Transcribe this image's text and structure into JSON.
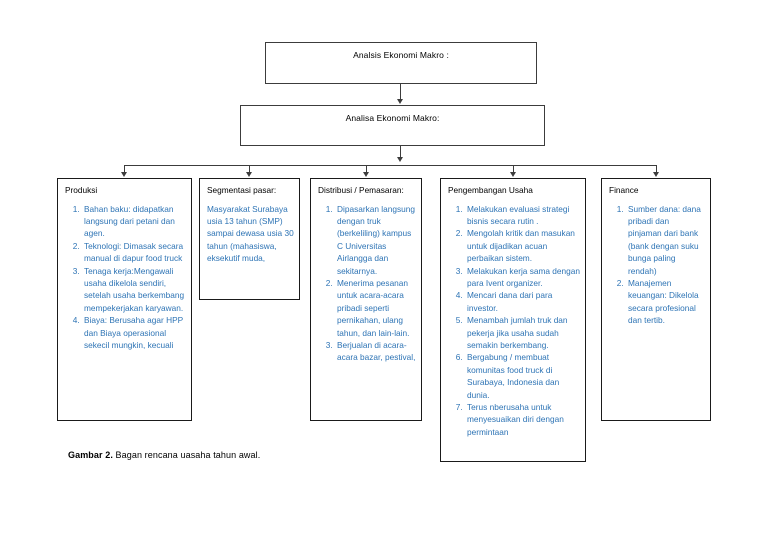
{
  "figure": {
    "caption_label": "Gambar 2.",
    "caption_text": "Bagan rencana uasaha tahun awal."
  },
  "colors": {
    "list_text": "#2E74B5",
    "heading_text": "#000000",
    "box_border": "#1a1a1a",
    "connector": "#3c3c3c",
    "background": "#ffffff"
  },
  "header_boxes": [
    {
      "id": "analisis-ekonomi-makro",
      "title": "Analsis Ekonomi Makro :"
    },
    {
      "id": "analisa-ekonomi-makro",
      "title": "Analisa Ekonomi Makro:"
    }
  ],
  "columns": [
    {
      "id": "produksi",
      "heading": "Produksi",
      "items": [
        "Bahan baku: didapatkan langsung dari petani dan agen.",
        "Teknologi: Dimasak secara manual di dapur food truck",
        "Tenaga kerja:Mengawali usaha dikelola sendiri, setelah usaha berkembang mempekerjakan karyawan.",
        "Biaya: Berusaha agar HPP dan Biaya operasional sekecil mungkin, kecuali"
      ]
    },
    {
      "id": "segmentasi-pasar",
      "heading": "Segmentasi pasar:",
      "paragraph": "Masyarakat Surabaya usia 13 tahun (SMP) sampai  dewasa usia 30 tahun (mahasiswa, eksekutif muda,"
    },
    {
      "id": "distribusi-pemasaran",
      "heading": "Distribusi / Pemasaran:",
      "items": [
        "Dipasarkan langsung dengan truk (berkeliling) kampus C Universitas Airlangga dan sekitarnya.",
        "Menerima pesanan untuk acara-acara pribadi seperti pernikahan, ulang tahun, dan lain-lain.",
        "Berjualan di acara-acara bazar, pestival,"
      ]
    },
    {
      "id": "pengembangan-usaha",
      "heading": "Pengembangan Usaha",
      "items": [
        "Melakukan evaluasi strategi bisnis secara rutin .",
        "Mengolah kritik dan masukan untuk dijadikan acuan perbaikan sistem.",
        "Melakukan kerja sama dengan para Ivent organizer.",
        "Mencari dana dari para investor.",
        "Menambah jumlah truk dan pekerja jika usaha sudah semakin berkembang.",
        "Bergabung / membuat komunitas food truck di Surabaya, Indonesia dan dunia.",
        "Terus nberusaha untuk menyesuaikan diri dengan permintaan"
      ]
    },
    {
      "id": "finance",
      "heading": "Finance",
      "items": [
        "Sumber dana: dana pribadi dan pinjaman dari bank (bank dengan suku bunga paling rendah)",
        "Manajemen keuangan: Dikelola secara profesional dan tertib."
      ]
    }
  ],
  "connectors": {
    "arrow_icon": "arrow-down-icon",
    "count": 6
  }
}
